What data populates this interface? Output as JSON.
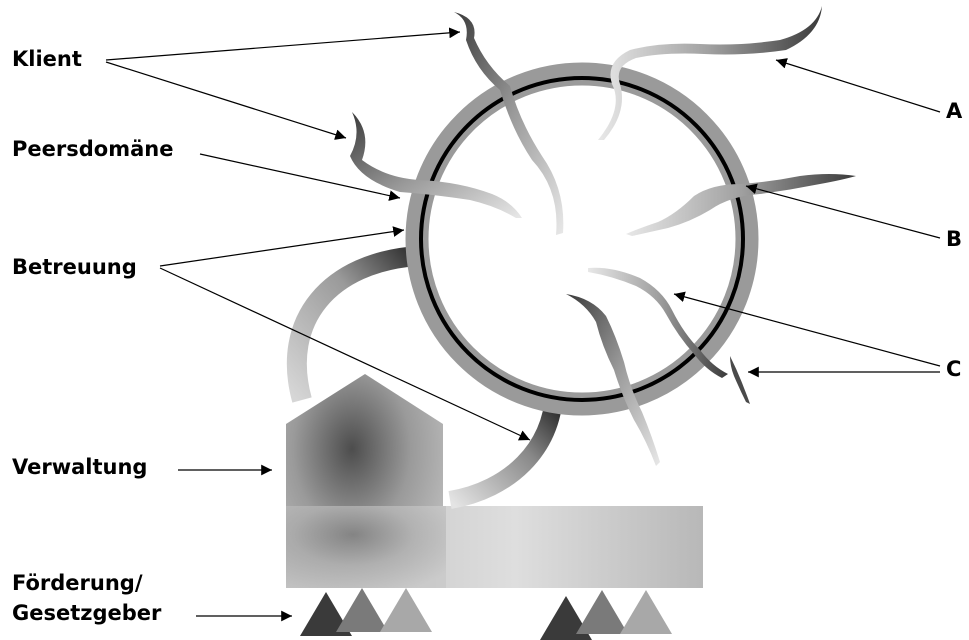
{
  "labels": {
    "klient": "Klient",
    "peersdomaene": "Peersdomäne",
    "betreuung": "Betreuung",
    "verwaltung": "Verwaltung",
    "foerderung_line1": "Förderung/",
    "foerderung_line2": "Gesetzgeber",
    "a": "A",
    "b": "B",
    "c": "C"
  },
  "colors": {
    "ring_gray": "#9a9a9a",
    "ring_black": "#000000",
    "label_text": "#000000",
    "triangle_dark": "#3a3a3a",
    "triangle_mid": "#7a7a7a",
    "triangle_light": "#a8a8a8"
  }
}
